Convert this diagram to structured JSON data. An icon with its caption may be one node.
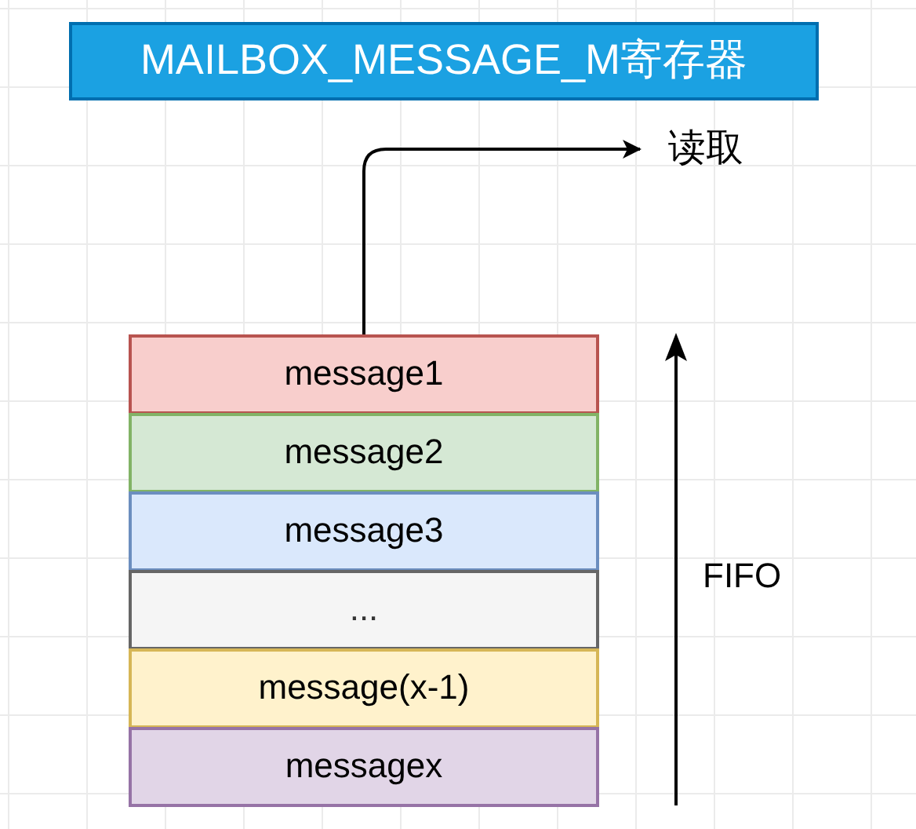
{
  "diagram": {
    "nodes": [
      {
        "text": [
          "MAILBOX_MESSAGE_M寄存器"
        ]
      },
      {
        "text": [
          "message1"
        ]
      },
      {
        "text": [
          "message2"
        ]
      },
      {
        "text": [
          "message3"
        ]
      },
      {
        "text": [
          "..."
        ]
      },
      {
        "text": [
          "message(x-1)"
        ]
      },
      {
        "text": [
          "messagex"
        ]
      },
      {
        "text": [
          "读取"
        ]
      }
    ],
    "edges": [
      {
        "from": 1,
        "to": 7,
        "arrow": "to"
      }
    ],
    "labels": [
      "FIFO"
    ]
  }
}
